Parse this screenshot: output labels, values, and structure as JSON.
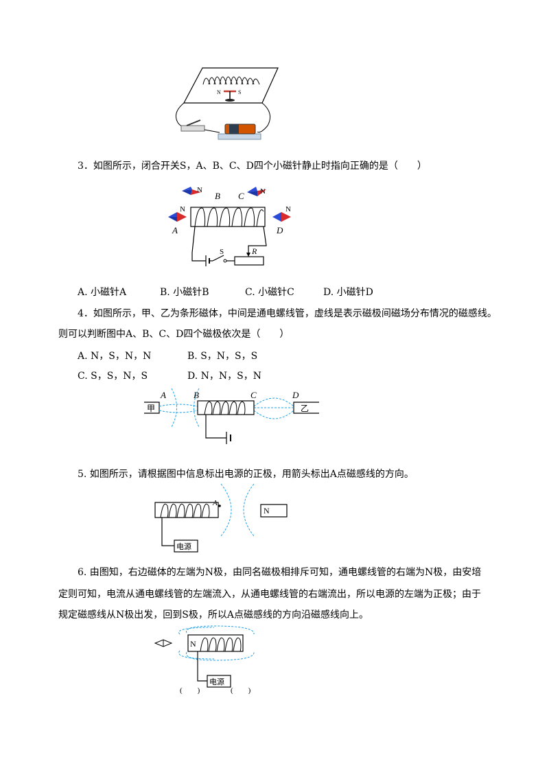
{
  "fig1": {
    "label_n": "N",
    "label_s": "S"
  },
  "q3": {
    "stem": "3．如图所示，闭合开关S，A、B、C、D四个小磁针静止时指向正确的是（　　）",
    "labels": {
      "a": "A",
      "b": "B",
      "c": "C",
      "d": "D",
      "n1": "N",
      "n2": "N",
      "n3": "N",
      "n4": "N",
      "s": "S",
      "r": "R"
    },
    "options": [
      "A.  小磁针A",
      "B.  小磁针B",
      "C.  小磁针C",
      "D.  小磁针D"
    ]
  },
  "q4": {
    "stem_line1": "4．如图所示，甲、乙为条形磁体，中间是通电螺线管，虚线是表示磁极间磁场分布情况的磁感线。",
    "stem_line2": "则可以判断图中A、B、C、D四个磁极依次是（　　）",
    "options": [
      "A.   N，S，N，N",
      "B.   S，N，S，S",
      "C.   S，S，N，S",
      "D.   N，N，S，N"
    ],
    "labels": {
      "jia": "甲",
      "yi": "乙",
      "a": "A",
      "b": "B",
      "c": "C",
      "d": "D"
    }
  },
  "q5": {
    "stem": "5.   如图所示，请根据图中信息标出电源的正极，用箭头标出A点磁感线的方向。",
    "labels": {
      "a": "A",
      "n": "N",
      "power": "电源"
    }
  },
  "q6": {
    "line1": "6. 由图知，右边磁体的左端为N极，由同名磁极相排斥可知，通电螺线管的右端为N极，由安培",
    "line2": "定则可知，电流从通电螺线管的左端流入，从通电螺线管的右端流出，所以电源的左端为正极；由于",
    "line3": "规定磁感线从N极出发，回到S极，所以A点磁感线的方向沿磁感线向上。",
    "labels": {
      "n": "N",
      "power": "电源",
      "paren_left": "(　　)",
      "paren_right": "(　　)"
    }
  }
}
